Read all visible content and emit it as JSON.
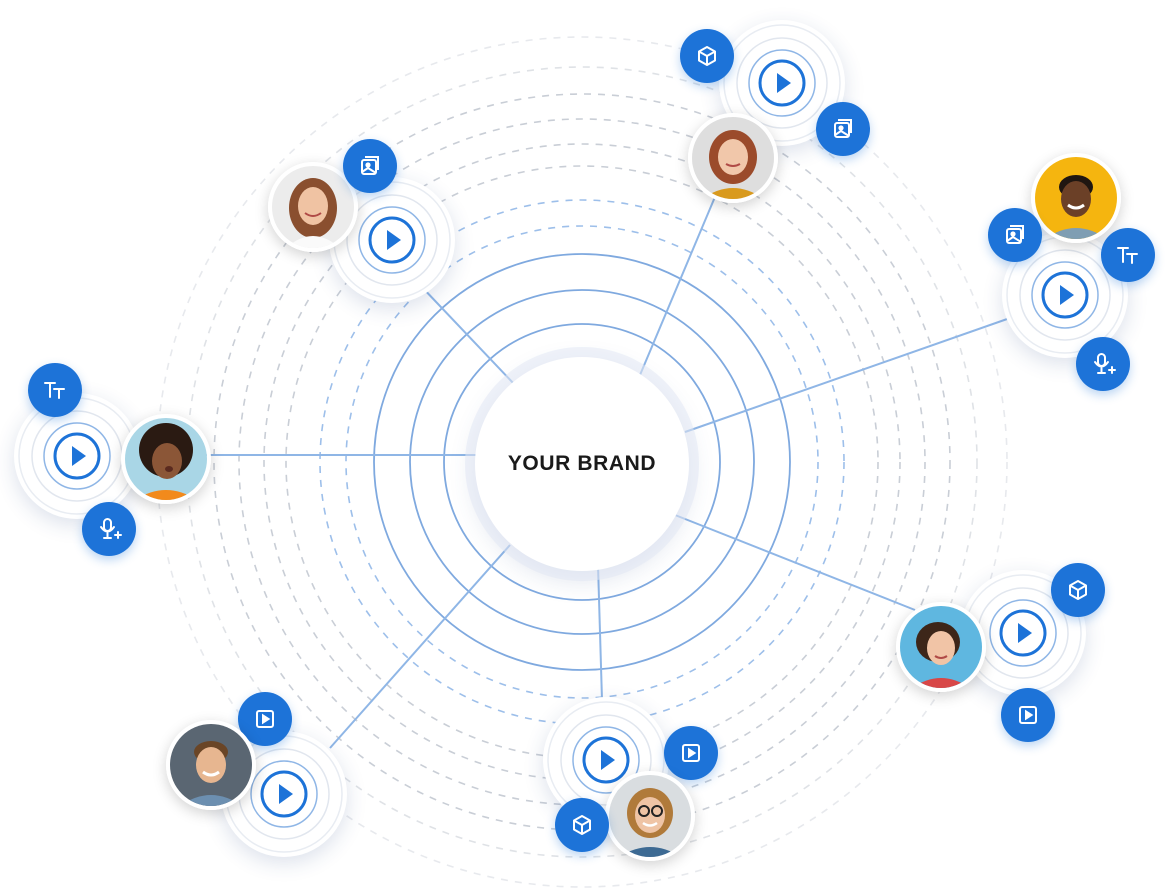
{
  "brand": {
    "label": "YOUR BRAND"
  },
  "colors": {
    "accent": "#1d73d8",
    "connector": "#8fb6e6",
    "ring_solid": "#7fa9df",
    "ring_dashed_blue": "#9dbfea",
    "ring_dashed_gray": "#c9ced6"
  },
  "hubs": [
    {
      "name": "hub-top-left",
      "icon": "play-icon",
      "avatar": "woman-long-brown-hair",
      "badges": [
        "image-gallery-icon"
      ]
    },
    {
      "name": "hub-top",
      "icon": "play-icon",
      "avatar": "woman-red-hair-yellow-top",
      "badges": [
        "cube-icon",
        "image-gallery-icon"
      ]
    },
    {
      "name": "hub-right",
      "icon": "play-icon",
      "avatar": "man-yellow-background",
      "badges": [
        "image-gallery-icon",
        "text-icon",
        "microphone-plus-icon"
      ]
    },
    {
      "name": "hub-left",
      "icon": "play-icon",
      "avatar": "woman-curly-hair-orange-top",
      "badges": [
        "text-icon",
        "microphone-plus-icon"
      ]
    },
    {
      "name": "hub-bottom-right",
      "icon": "play-icon",
      "avatar": "woman-short-hair-blue-background",
      "badges": [
        "cube-icon",
        "video-icon"
      ]
    },
    {
      "name": "hub-bottom",
      "icon": "play-icon",
      "avatar": "woman-glasses",
      "badges": [
        "video-icon",
        "cube-icon"
      ]
    },
    {
      "name": "hub-bottom-left",
      "icon": "play-icon",
      "avatar": "man-plaid-shirt",
      "badges": [
        "video-icon"
      ]
    }
  ]
}
